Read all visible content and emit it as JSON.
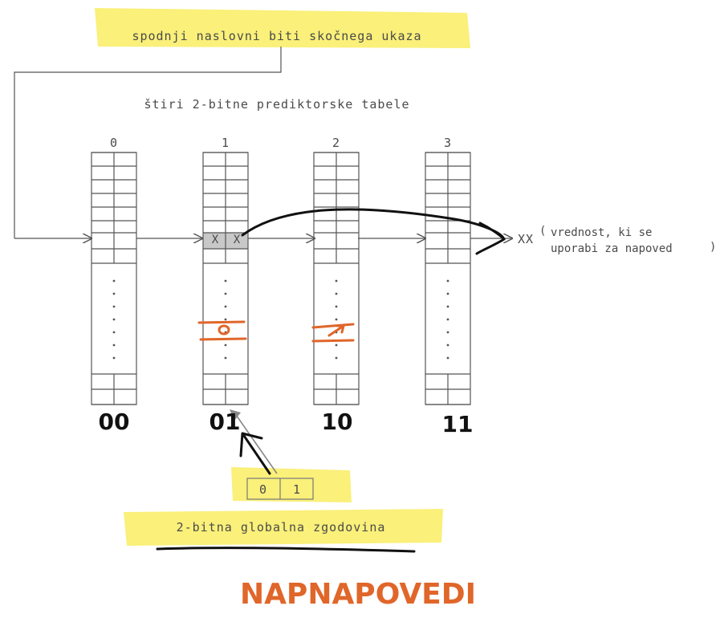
{
  "diagram": {
    "top_label": "spodnji naslovni biti skočnega ukaza",
    "tables_title": "štiri 2-bitne prediktorske tabele",
    "table_indices": [
      "0",
      "1",
      "2",
      "3"
    ],
    "selected_entry": [
      "X",
      "X"
    ],
    "output_value": "XX",
    "output_note_line1": "vrednost, ki se",
    "output_note_line2": "uporabi za napoved",
    "history_bits": [
      "0",
      "1"
    ],
    "history_label": "2-bitna globalna zgodovina"
  },
  "handwritten": {
    "binary_labels": [
      "00",
      "01",
      "10",
      "11"
    ],
    "note": "NAPNAPOVEDI"
  },
  "colors": {
    "highlight": "#faf07a",
    "ink": "#111111",
    "orange": "#e0662a",
    "diagram_gray": "#555555"
  }
}
